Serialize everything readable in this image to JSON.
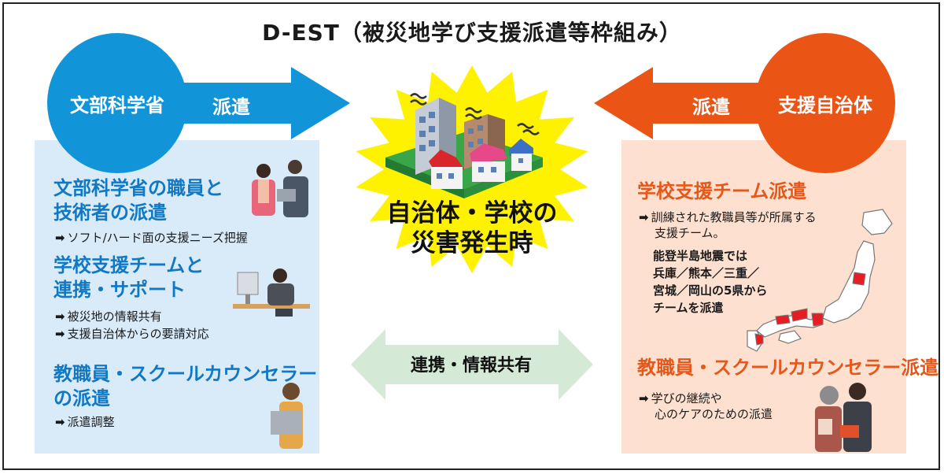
{
  "title": "D-EST（被災地学び支援派遣等枠組み）",
  "left": {
    "org": "文部科学省",
    "arrow_label": "派遣",
    "sections": [
      {
        "heading_lines": [
          "文部科学省の職員と",
          "技術者の派遣"
        ],
        "bullets": [
          "ソフト/ハード面の支援ニーズ把握"
        ]
      },
      {
        "heading_lines": [
          "学校支援チームと",
          "連携・サポート"
        ],
        "bullets": [
          "被災地の情報共有",
          "支援自治体からの要請対応"
        ]
      },
      {
        "heading_lines": [
          "教職員・スクールカウンセラー",
          "の派遣"
        ],
        "bullets": [
          "派遣調整"
        ]
      }
    ]
  },
  "right": {
    "org": "支援自治体",
    "arrow_label": "派遣",
    "sections": [
      {
        "heading": "学校支援チーム派遣",
        "bullet_lines": [
          "訓練された教職員等が所属する",
          "支援チーム。"
        ],
        "note_lines": [
          "能登半島地震では",
          "兵庫／熊本／三重／",
          "宮城／岡山の5県から",
          "チームを派遣"
        ]
      },
      {
        "heading": "教職員・スクールカウンセラー派遣",
        "bullet_lines": [
          "学びの継続や",
          "心のケアのための派遣"
        ]
      }
    ]
  },
  "center": {
    "burst_lines": [
      "自治体・学校の",
      "災害発生時"
    ],
    "coop_label": "連携・情報共有"
  },
  "colors": {
    "ministry_blue": "#1295d8",
    "support_orange": "#ea5516",
    "panel_blue": "#d9ebf9",
    "panel_orange": "#fde0cf",
    "burst_yellow": "#fff200",
    "coop_green": "#d4ead7"
  },
  "icons": {
    "bullet": "arrow-right-icon",
    "burst_illustration": "shaking-buildings-icon",
    "map": "japan-map-icon"
  }
}
